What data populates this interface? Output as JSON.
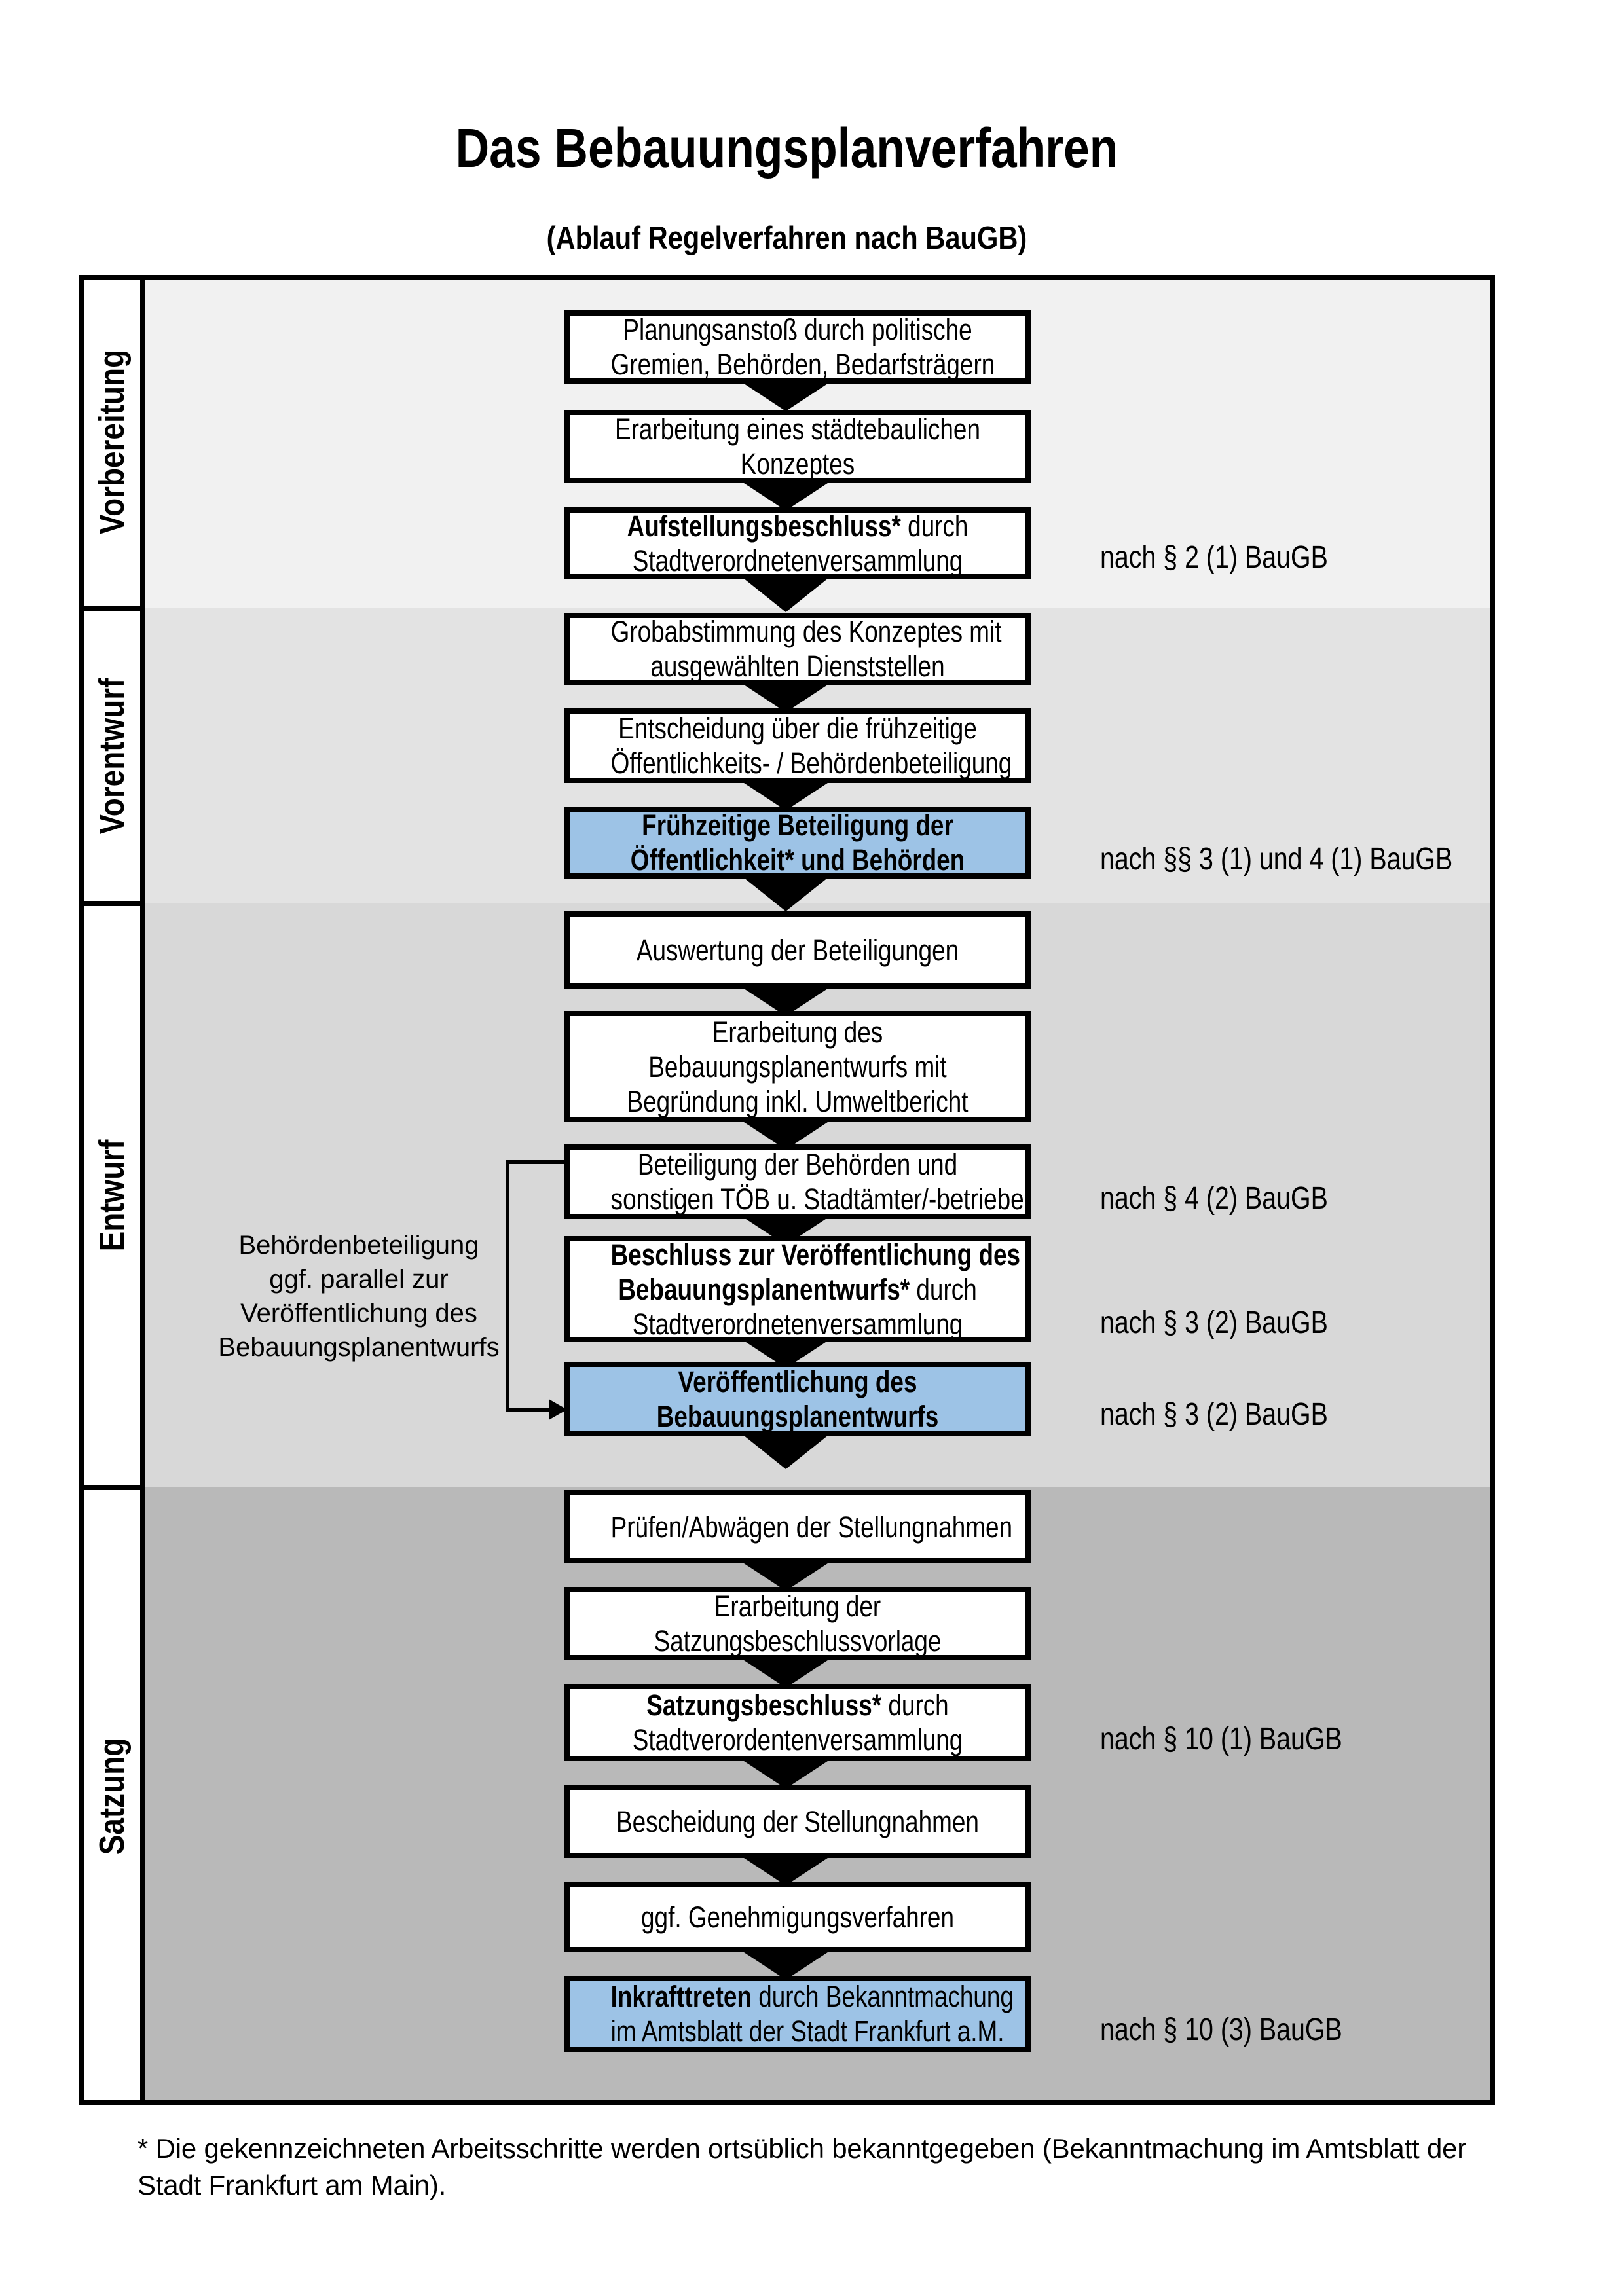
{
  "title": "Das Bebauungsplanverfahren",
  "subtitle": "(Ablauf Regelverfahren nach BauGB)",
  "phases": [
    {
      "label": "Vorbereitung"
    },
    {
      "label": "Vorentwurf"
    },
    {
      "label": "Entwurf"
    },
    {
      "label": "Satzung"
    }
  ],
  "steps": {
    "s1": {
      "l1": "Planungsanstoß durch politische",
      "l2": "Gremien, Behörden, Bedarfsträgern"
    },
    "s2": {
      "l1": "Erarbeitung eines städtebaulichen",
      "l2": "Konzeptes"
    },
    "s3": {
      "l1b": "Aufstellungsbeschluss*",
      "l1r": " durch",
      "l2": "Stadtverordnetenversammlung"
    },
    "s4": {
      "l1": "Grobabstimmung des Konzeptes mit",
      "l2": "ausgewählten Dienststellen"
    },
    "s5": {
      "l1": "Entscheidung über die frühzeitige",
      "l2": "Öffentlichkeits- / Behördenbeteiligung"
    },
    "s6": {
      "l1": "Frühzeitige Beteiligung der",
      "l2": "Öffentlichkeit* und Behörden"
    },
    "s7": {
      "l1": "Auswertung der Beteiligungen"
    },
    "s8": {
      "l1": "Erarbeitung des",
      "l2": "Bebauungsplanentwurfs mit",
      "l3": "Begründung inkl. Umweltbericht"
    },
    "s9": {
      "l1": "Beteiligung der Behörden und",
      "l2": "sonstigen TÖB u. Stadtämter/-betriebe"
    },
    "s10": {
      "l1b": "Beschluss zur Veröffentlichung des",
      "l2b": "Bebauungsplanentwurfs*",
      "l2r": " durch",
      "l3": "Stadtverordnetenversammlung"
    },
    "s11": {
      "l1": "Veröffentlichung des",
      "l2": "Bebauungsplanentwurfs"
    },
    "s12": {
      "l1": "Prüfen/Abwägen der Stellungnahmen"
    },
    "s13": {
      "l1": "Erarbeitung der",
      "l2": "Satzungsbeschlussvorlage"
    },
    "s14": {
      "l1b": "Satzungsbeschluss*",
      "l1r": " durch",
      "l2": "Stadtverordentenversammlung"
    },
    "s15": {
      "l1": "Bescheidung der Stellungnahmen"
    },
    "s16": {
      "l1": "ggf. Genehmigungsverfahren"
    },
    "s17": {
      "l1b": "Inkrafttreten",
      "l1r": " durch Bekanntmachung",
      "l2": "im Amtsblatt der Stadt Frankfurt a.M."
    }
  },
  "notes": {
    "n1": "nach § 2 (1) BauGB",
    "n2": "nach §§ 3 (1) und 4 (1) BauGB",
    "n3": "nach § 4 (2) BauGB",
    "n4": "nach § 3 (2) BauGB",
    "n5": "nach § 3 (2) BauGB",
    "n6": "nach § 10 (1) BauGB",
    "n7": "nach § 10 (3) BauGB"
  },
  "annotation": {
    "l1": "Behördenbeteiligung",
    "l2": "ggf. parallel zur",
    "l3": "Veröffentlichung des",
    "l4": "Bebauungsplanentwurfs"
  },
  "footnote": {
    "marker": "*",
    "text": " Die gekennzeichneten Arbeitsschritte werden ortsüblich bekanntgegeben (Bekanntmachung im Amtsblatt  der Stadt Frankfurt am Main)."
  },
  "colors": {
    "highlight_blue": "#9dc3e6",
    "band_vorbereitung": "#f1f1f1",
    "band_vorentwurf": "#e3e3e3",
    "band_entwurf": "#d8d8d8",
    "band_satzung": "#b9b9b9",
    "line_black": "#000000"
  }
}
